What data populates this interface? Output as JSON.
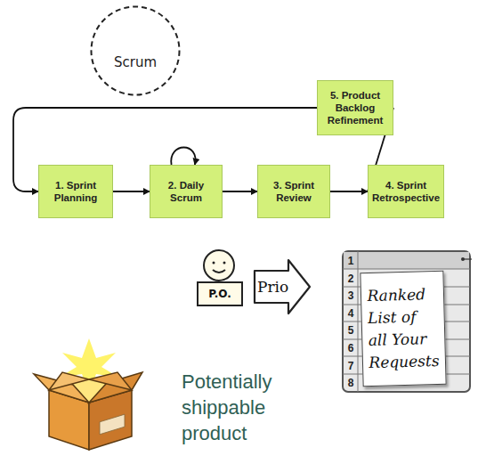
{
  "diagram": {
    "nodes": [
      {
        "text": [
          "Scrum"
        ]
      },
      {
        "text": [
          "5. Product Backlog Refinement"
        ]
      },
      {
        "text": [
          "1. Sprint Planning"
        ]
      },
      {
        "text": [
          "2. Daily Scrum"
        ]
      },
      {
        "text": [
          "3. Sprint Review"
        ]
      },
      {
        "text": [
          "4. Sprint Retrospective"
        ]
      },
      {
        "text": [
          "P.O."
        ]
      },
      {
        "text": [
          "Prio"
        ]
      },
      {
        "text": [
          "Ranked List of all Your Requests"
        ]
      }
    ],
    "edges": [
      {
        "from": 2,
        "to": 3,
        "arrow": "to"
      },
      {
        "from": 3,
        "to": 3,
        "arrow": "to"
      },
      {
        "from": 3,
        "to": 4,
        "arrow": "to"
      },
      {
        "from": 4,
        "to": 5,
        "arrow": "to"
      },
      {
        "from": 5,
        "to": 1,
        "arrow": "none"
      },
      {
        "from": 1,
        "to": 2,
        "arrow": "to"
      }
    ],
    "labels": [
      "1",
      "2",
      "3",
      "4",
      "5",
      "6",
      "7",
      "8",
      "Potentially shippable product"
    ]
  }
}
